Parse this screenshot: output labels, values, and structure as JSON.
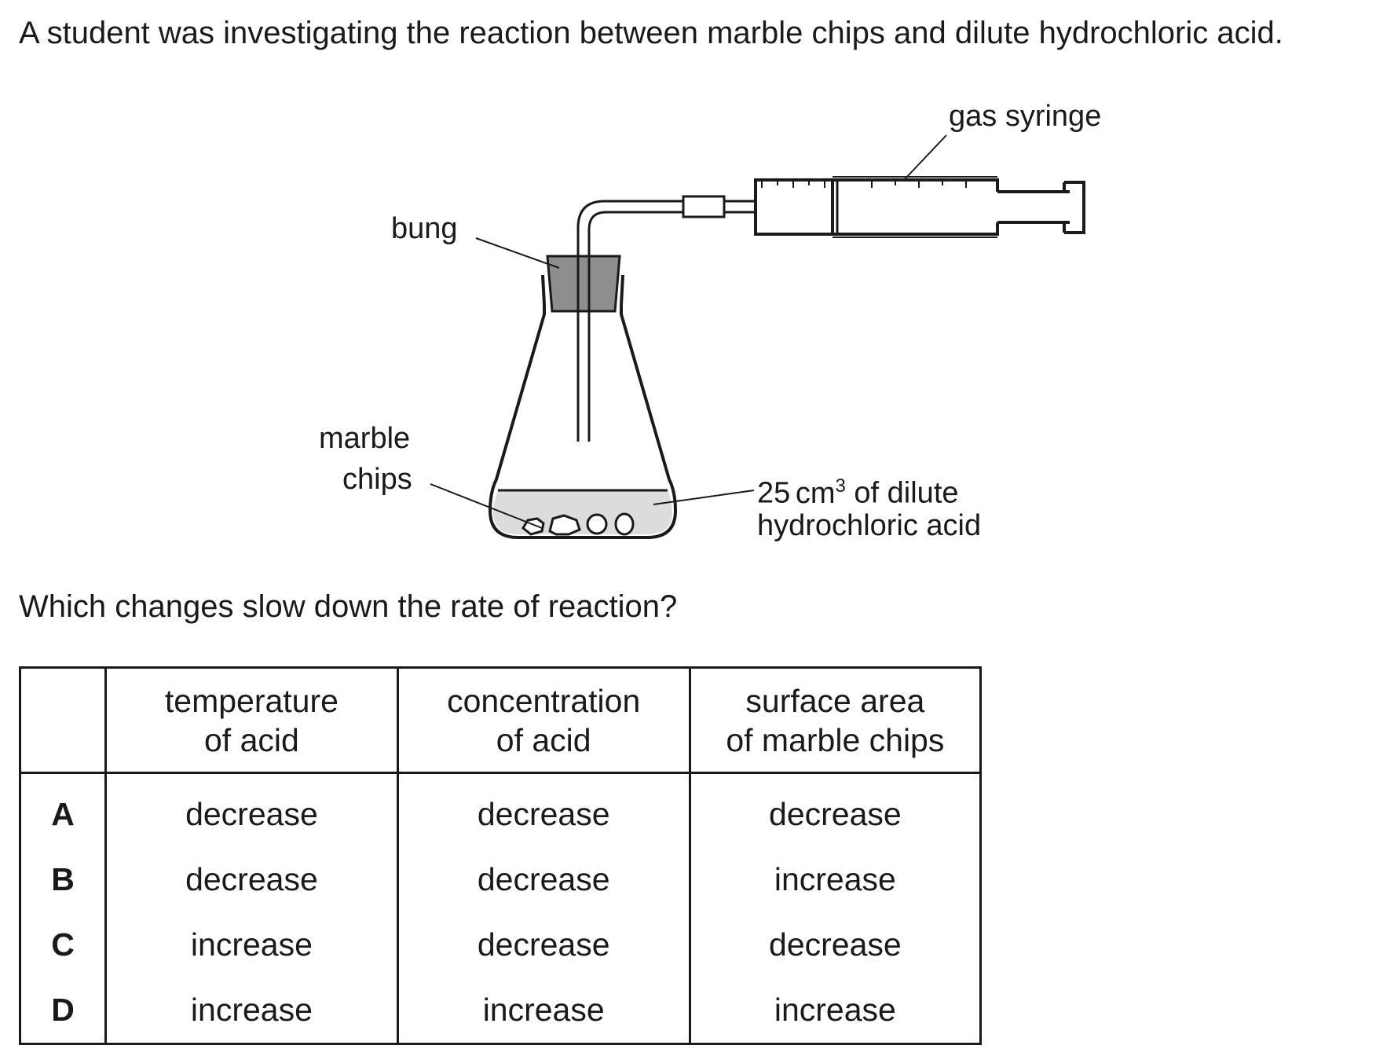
{
  "intro": "A student was investigating the reaction between marble chips and dilute hydrochloric acid.",
  "diagram": {
    "labels": {
      "gas_syringe": "gas syringe",
      "bung": "bung",
      "marble_line1": "marble",
      "marble_line2": "chips",
      "acid_amount": "25",
      "acid_unit": "cm",
      "acid_exp": "3",
      "acid_line1_rest": " of dilute",
      "acid_line2": "hydrochloric acid"
    }
  },
  "question": "Which changes slow down the rate of reaction?",
  "table": {
    "headers": [
      "",
      "temperature\nof acid",
      "concentration\nof acid",
      "surface area\nof marble chips"
    ],
    "rows": [
      {
        "letter": "A",
        "temperature": "decrease",
        "concentration": "decrease",
        "surface_area": "decrease"
      },
      {
        "letter": "B",
        "temperature": "decrease",
        "concentration": "decrease",
        "surface_area": "increase"
      },
      {
        "letter": "C",
        "temperature": "increase",
        "concentration": "decrease",
        "surface_area": "decrease"
      },
      {
        "letter": "D",
        "temperature": "increase",
        "concentration": "increase",
        "surface_area": "increase"
      }
    ]
  }
}
